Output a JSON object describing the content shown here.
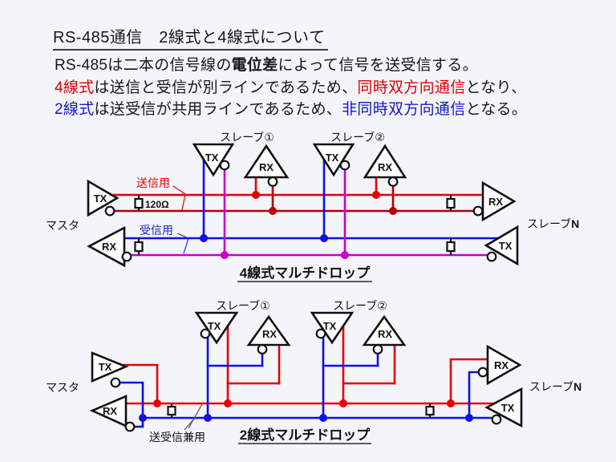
{
  "page": {
    "title": "RS-485通信　2線式と4線式について",
    "intro": {
      "line1_pre": "RS-485は二本の信号線の",
      "line1_bold": "電位差",
      "line1_post": "によって信号を送受信する。",
      "line2_lead": "4線式",
      "line2_mid": "は送信と受信が別ラインであるため、",
      "line2_em": "同時双方向通信",
      "line2_tail": "となり、",
      "line3_lead": "2線式",
      "line3_mid": "は送受信が共用ラインであるため、",
      "line3_em": "非同時双方向通信",
      "line3_tail": "となる。"
    }
  },
  "glyphs": {
    "tx": "TX",
    "rx": "RX"
  },
  "four_wire": {
    "caption": "4線式マルチドロップ",
    "master_label": "マスタ",
    "slave1_label": "スレーブ①",
    "slave2_label": "スレーブ②",
    "slaveN_pre": "スレーブ",
    "slaveN_n": "N",
    "send_label": "送信用",
    "recv_label": "受信用",
    "terminator_label": "120Ω"
  },
  "two_wire": {
    "caption": "2線式マルチドロップ",
    "master_label": "マスタ",
    "slave1_label": "スレーブ①",
    "slave2_label": "スレーブ②",
    "slaveN_pre": "スレーブ",
    "slaveN_n": "N",
    "shared_label": "送受信兼用"
  },
  "colors": {
    "background": "#f4f4fb",
    "text": "#16161f",
    "emphasis_red": "#e00000",
    "emphasis_blue": "#1616cc",
    "tx_line_red": "#e60000",
    "tx_line_dark_red": "#b30000",
    "rx_line_blue": "#0f0fe6",
    "rx_line_magenta": "#c800c8",
    "outline_black": "#111111"
  }
}
